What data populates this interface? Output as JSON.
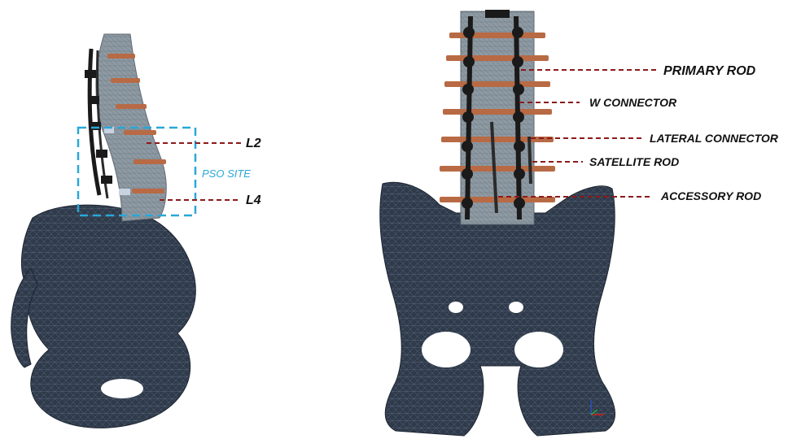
{
  "left_view": {
    "labels": {
      "upper_level": "L2",
      "lower_level": "L4",
      "site": "PSO SITE"
    }
  },
  "right_view": {
    "labels": {
      "primary_rod": "PRIMARY ROD",
      "w_connector": "W CONNECTOR",
      "lateral_connector": "LATERAL CONNECTOR",
      "satellite_rod": "SATELLITE ROD",
      "accessory_rod": "ACCESSORY ROD"
    }
  },
  "colors": {
    "bone_mesh": "#2f3a4a",
    "vertebra_body": "#8e9aa3",
    "disc": "#b86a45",
    "rod": "#1a1a1a",
    "leader_line": "#8b1a1a",
    "pso_box": "#2aa7d8",
    "pso_text": "#2aa7d8"
  }
}
